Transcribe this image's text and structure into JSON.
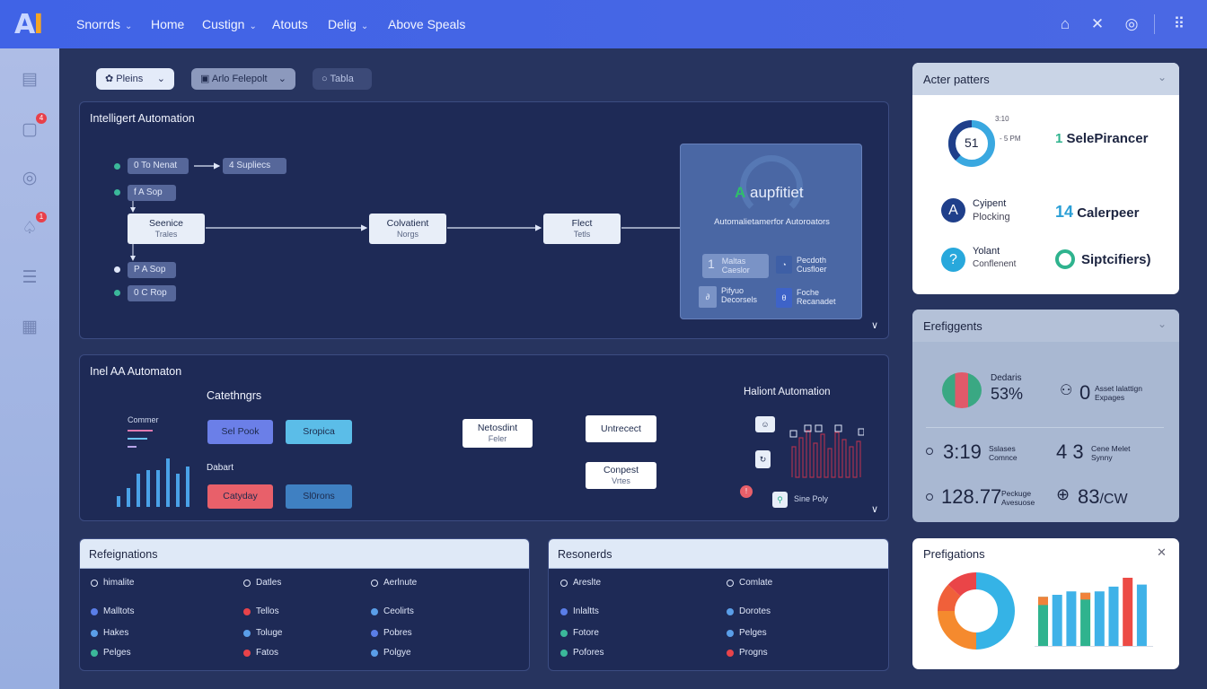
{
  "header": {
    "logo": {
      "main": "A",
      "accent": "I"
    },
    "nav": [
      {
        "label": "Snorrds",
        "dropdown": true
      },
      {
        "label": "Home",
        "dropdown": false
      },
      {
        "label": "Custign",
        "dropdown": true
      },
      {
        "label": "Atouts",
        "dropdown": false
      },
      {
        "label": "Delig",
        "dropdown": true
      },
      {
        "label": "Above Speals",
        "dropdown": false
      }
    ],
    "icons": [
      "home-icon",
      "tools-icon",
      "help-circle-icon",
      "grid-icon"
    ]
  },
  "sidebar": {
    "items": [
      {
        "icon": "document-icon",
        "badge": null
      },
      {
        "icon": "inbox-icon",
        "badge": "4"
      },
      {
        "icon": "target-icon",
        "badge": null
      },
      {
        "icon": "bell-icon",
        "badge": "1"
      },
      {
        "icon": "list-icon",
        "badge": null
      },
      {
        "icon": "clipboard-icon",
        "badge": null
      }
    ]
  },
  "filters": [
    {
      "label": "Pleins"
    },
    {
      "label": "Arlo Felepolt"
    },
    {
      "label": "Tabla"
    }
  ],
  "automation": {
    "title": "Intelligert Automation",
    "chips": [
      "0 To Nenat",
      "4 Supliecs",
      "f A Sop",
      "P A Sop",
      "0 C Rop"
    ],
    "steps": [
      {
        "title": "Seenice",
        "sub": "Trales"
      },
      {
        "title": "Colvatient",
        "sub": "Norgs"
      },
      {
        "title": "Flect",
        "sub": "Tetls"
      }
    ],
    "feature": {
      "brand": "A",
      "name": "aupfitiet",
      "description": "Automalietamerfor Autoroators",
      "tiles": [
        {
          "num": "1",
          "title": "Maltas",
          "sub": "Caeslor"
        },
        {
          "title": "Pecdoth",
          "sub": "Cusfloer"
        },
        {
          "title": "Pifyuo",
          "sub": "Decorsels"
        },
        {
          "title": "Foche",
          "sub": "Recanadet"
        }
      ]
    }
  },
  "ai_panel": {
    "title": "Inel AA Automaton",
    "categories_label": "Catethngrs",
    "legend_title": "Commer",
    "mini_bars": [
      0.2,
      0.35,
      0.62,
      0.68,
      0.68,
      0.9,
      0.62,
      0.75
    ],
    "buttons": [
      {
        "label": "Sel Pook",
        "color": "#6b7fe8"
      },
      {
        "label": "Sropica",
        "color": "#5bbde8"
      },
      {
        "label": "Catyday",
        "color": "#e8606a"
      },
      {
        "label": "Sl0rons",
        "color": "#3f80c2"
      }
    ],
    "dabart_label": "Dabart",
    "nodes": [
      {
        "title": "Netosdint",
        "sub": "Feler"
      },
      {
        "title": "Untrecect",
        "sub": ""
      },
      {
        "title": "Conpest",
        "sub": "Vrtes"
      }
    ],
    "right_title": "Haliont Automation",
    "right_item": "Sine Poly"
  },
  "card_patterns": {
    "title": "Acter patters",
    "donut": {
      "value": "51",
      "label_top": "3:10",
      "label_side": "- 5 PM",
      "fraction": 0.62
    },
    "stats": [
      {
        "num": "1",
        "label": "SelePirancer"
      },
      {
        "icon": "A",
        "title": "Cyipent",
        "sub": "Plocking"
      },
      {
        "num": "14",
        "label": "Calerpeer"
      },
      {
        "icon": "?",
        "title": "Yolant",
        "sub": "Conflenent"
      },
      {
        "icon": "shield-icon",
        "label": "Siptcifiers)"
      }
    ]
  },
  "card_engagements": {
    "title": "Erefiggents",
    "items": [
      {
        "title": "Dedaris",
        "value": "53%"
      },
      {
        "value": "0",
        "title": "Asset lalattign",
        "sub": "Expages"
      },
      {
        "value": "3:19",
        "title": "Sslases",
        "sub": "Comnce"
      },
      {
        "value": "4 3",
        "title": "Cene Melet",
        "sub": "Synny"
      },
      {
        "value": "128.77",
        "title": "Peckuge",
        "sub": "Avesuose"
      },
      {
        "value": "83",
        "unit": "/CW"
      }
    ]
  },
  "card_prefigations": {
    "title": "Prefigations",
    "donut": [
      {
        "value": 50,
        "color": "#35b3e6"
      },
      {
        "value": 25,
        "color": "#f58a2e"
      },
      {
        "value": 12,
        "color": "#f0603a"
      },
      {
        "value": 13,
        "color": "#ea4548"
      }
    ],
    "bars": [
      {
        "value": 0.72,
        "color": "#2fb38e",
        "top": 0.12
      },
      {
        "value": 0.75,
        "color": "#3fb2e8"
      },
      {
        "value": 0.8,
        "color": "#3fb2e8"
      },
      {
        "value": 0.78,
        "color": "#2fb38e",
        "top": 0.1
      },
      {
        "value": 0.8,
        "color": "#3fb2e8"
      },
      {
        "value": 0.87,
        "color": "#3fb2e8"
      },
      {
        "value": 1.0,
        "color": "#ec4b45"
      },
      {
        "value": 0.9,
        "color": "#3fb2e8"
      }
    ]
  },
  "list_refeignations": {
    "title": "Refeignations",
    "items": [
      {
        "label": "himalite",
        "color": "hollow"
      },
      {
        "label": "Datles",
        "color": "hollow"
      },
      {
        "label": "Aerlnute",
        "color": "hollow"
      },
      {
        "label": "Malltots",
        "color": "#5a7ee8"
      },
      {
        "label": "Tellos",
        "color": "#e8434a"
      },
      {
        "label": "Ceolirts",
        "color": "#5a9ee8"
      },
      {
        "label": "Hakes",
        "color": "#5a9ee8"
      },
      {
        "label": "Toluge",
        "color": "#5a9ee8"
      },
      {
        "label": "Pobres",
        "color": "#5a7ee8"
      },
      {
        "label": "Pelges",
        "color": "#3bb89a"
      },
      {
        "label": "Fatos",
        "color": "#e8434a"
      },
      {
        "label": "Polgye",
        "color": "#5a9ee8"
      }
    ]
  },
  "list_resonerds": {
    "title": "Resonerds",
    "items": [
      {
        "label": "Areslte",
        "color": "hollow"
      },
      {
        "label": "Comlate",
        "color": "hollow"
      },
      {
        "label": "Inlaltts",
        "color": "#5a7ee8"
      },
      {
        "label": "Dorotes",
        "color": "#5a9ee8"
      },
      {
        "label": "Fotore",
        "color": "#3bb89a"
      },
      {
        "label": "Pelges",
        "color": "#5a9ee8"
      },
      {
        "label": "Pofores",
        "color": "#3bb89a"
      },
      {
        "label": "Progns",
        "color": "#e8434a"
      }
    ]
  }
}
